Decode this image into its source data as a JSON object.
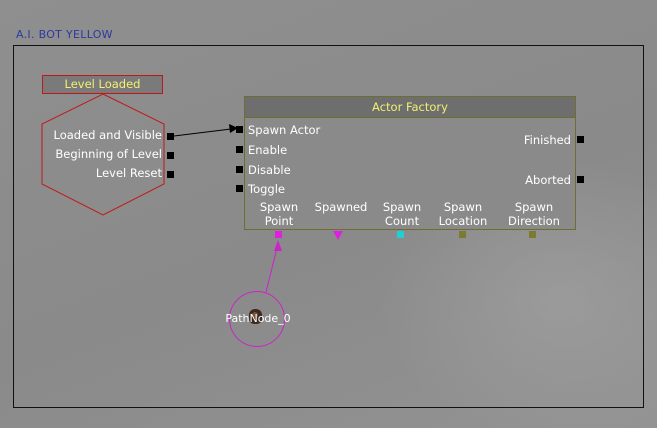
{
  "sequence": {
    "title": "A.I. BOT YELLOW"
  },
  "event_node": {
    "title": "Level Loaded",
    "outputs": [
      "Loaded and Visible",
      "Beginning of Level",
      "Level Reset"
    ]
  },
  "action_node": {
    "title": "Actor Factory",
    "inputs": [
      "Spawn Actor",
      "Enable",
      "Disable",
      "Toggle"
    ],
    "outputs": [
      "Finished",
      "Aborted"
    ],
    "variables": [
      {
        "label": "Spawn\nPoint",
        "color": "#e020e0",
        "shape": "square"
      },
      {
        "label": "Spawned",
        "color": "#e020e0",
        "shape": "triangle"
      },
      {
        "label": "Spawn\nCount",
        "color": "#20d0d0",
        "shape": "square"
      },
      {
        "label": "Spawn\nLocation",
        "color": "#7a7a30",
        "shape": "square"
      },
      {
        "label": "Spawn\nDirection",
        "color": "#7a7a30",
        "shape": "square"
      }
    ]
  },
  "object_var": {
    "label": "PathNode_0",
    "color": "#cc22cc"
  },
  "colors": {
    "event_border": "#c01818",
    "title_text": "#f2f070",
    "action_border": "#6e6e30",
    "link": "#000000",
    "var_link": "#cc22cc"
  }
}
